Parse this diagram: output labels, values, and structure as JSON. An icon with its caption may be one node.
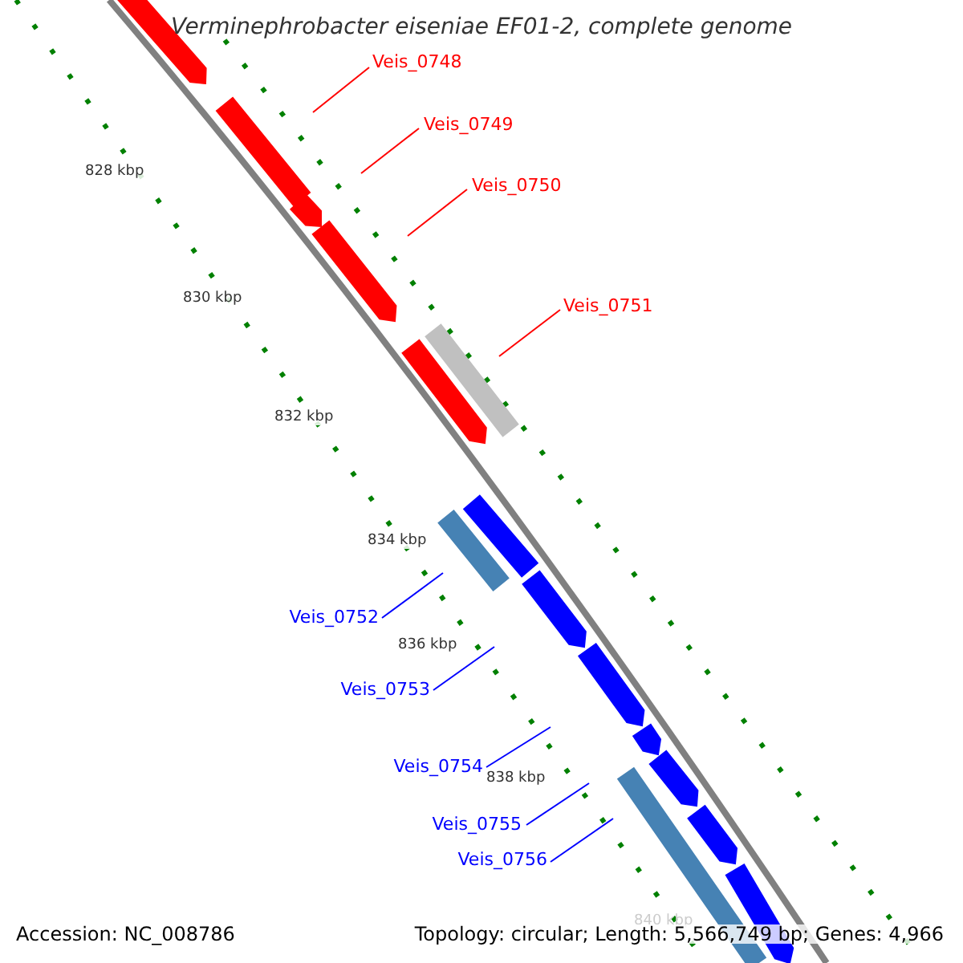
{
  "diagram": {
    "title": "Verminephrobacter eiseniae EF01-2, complete genome",
    "nodes": [
      {
        "text": [
          "Veis_0748"
        ]
      },
      {
        "text": [
          "Veis_0749"
        ]
      },
      {
        "text": [
          "Veis_0750"
        ]
      },
      {
        "text": [
          "Veis_0751"
        ]
      },
      {
        "text": [
          "Veis_0752"
        ]
      },
      {
        "text": [
          "Veis_0753"
        ]
      },
      {
        "text": [
          "Veis_0754"
        ]
      },
      {
        "text": [
          "Veis_0755"
        ]
      },
      {
        "text": [
          "Veis_0756"
        ]
      }
    ],
    "edges": [
      {
        "from": 0,
        "to": null,
        "arrow": "none",
        "color": "#ff0000"
      },
      {
        "from": 1,
        "to": null,
        "arrow": "none",
        "color": "#ff0000"
      },
      {
        "from": 2,
        "to": null,
        "arrow": "none",
        "color": "#ff0000"
      },
      {
        "from": 3,
        "to": null,
        "arrow": "none",
        "color": "#ff0000"
      },
      {
        "from": 4,
        "to": null,
        "arrow": "none",
        "color": "#0000ff"
      },
      {
        "from": 5,
        "to": null,
        "arrow": "none",
        "color": "#0000ff"
      },
      {
        "from": 6,
        "to": null,
        "arrow": "none",
        "color": "#0000ff"
      },
      {
        "from": 7,
        "to": null,
        "arrow": "none",
        "color": "#0000ff"
      },
      {
        "from": 8,
        "to": null,
        "arrow": "none",
        "color": "#0000ff"
      }
    ],
    "labels": [
      "828 kbp",
      "830 kbp",
      "832 kbp",
      "834 kbp",
      "836 kbp",
      "838 kbp",
      "840 kbp",
      "Accession: NC_008786",
      "Topology: circular; Length: 5,566,749 bp; Genes: 4,966"
    ]
  }
}
